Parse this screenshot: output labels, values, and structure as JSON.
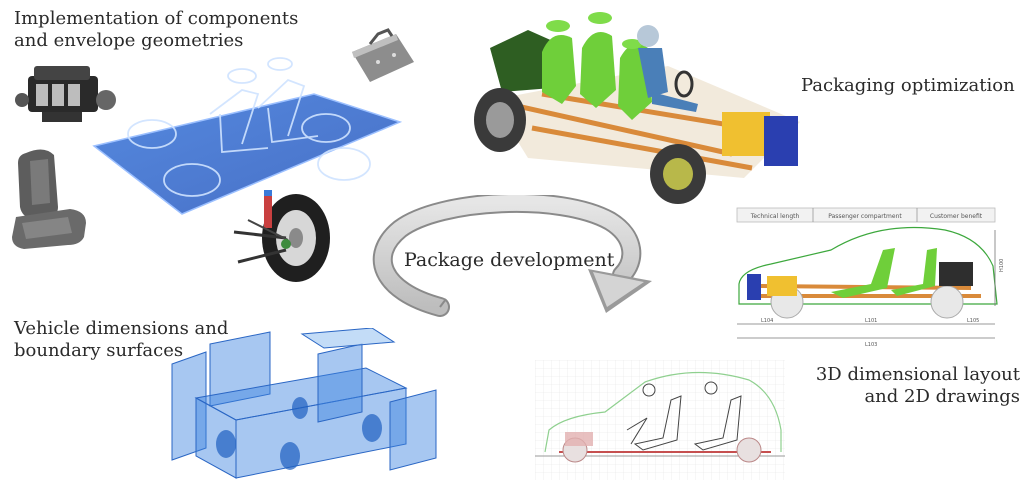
{
  "labels": {
    "implementation": "Implementation of components\nand envelope geometries",
    "packaging": "Packaging optimization",
    "vehicle": "Vehicle dimensions and\nboundary surfaces",
    "layout": "3D dimensional layout\nand 2D drawings",
    "center": "Package development"
  },
  "drawing_header": {
    "segments": [
      "Technical length",
      "Passenger compartment",
      "Customer benefit"
    ]
  },
  "drawing_dims": {
    "bottom": [
      "L104",
      "L101",
      "L105"
    ],
    "overall": "L103",
    "height": "H100"
  },
  "colors": {
    "blueprint": "#2f6fd8",
    "green_seat": "#6fcf3a",
    "arrow_gray": "#c8c8c8",
    "orange_frame": "#d98a3a"
  }
}
